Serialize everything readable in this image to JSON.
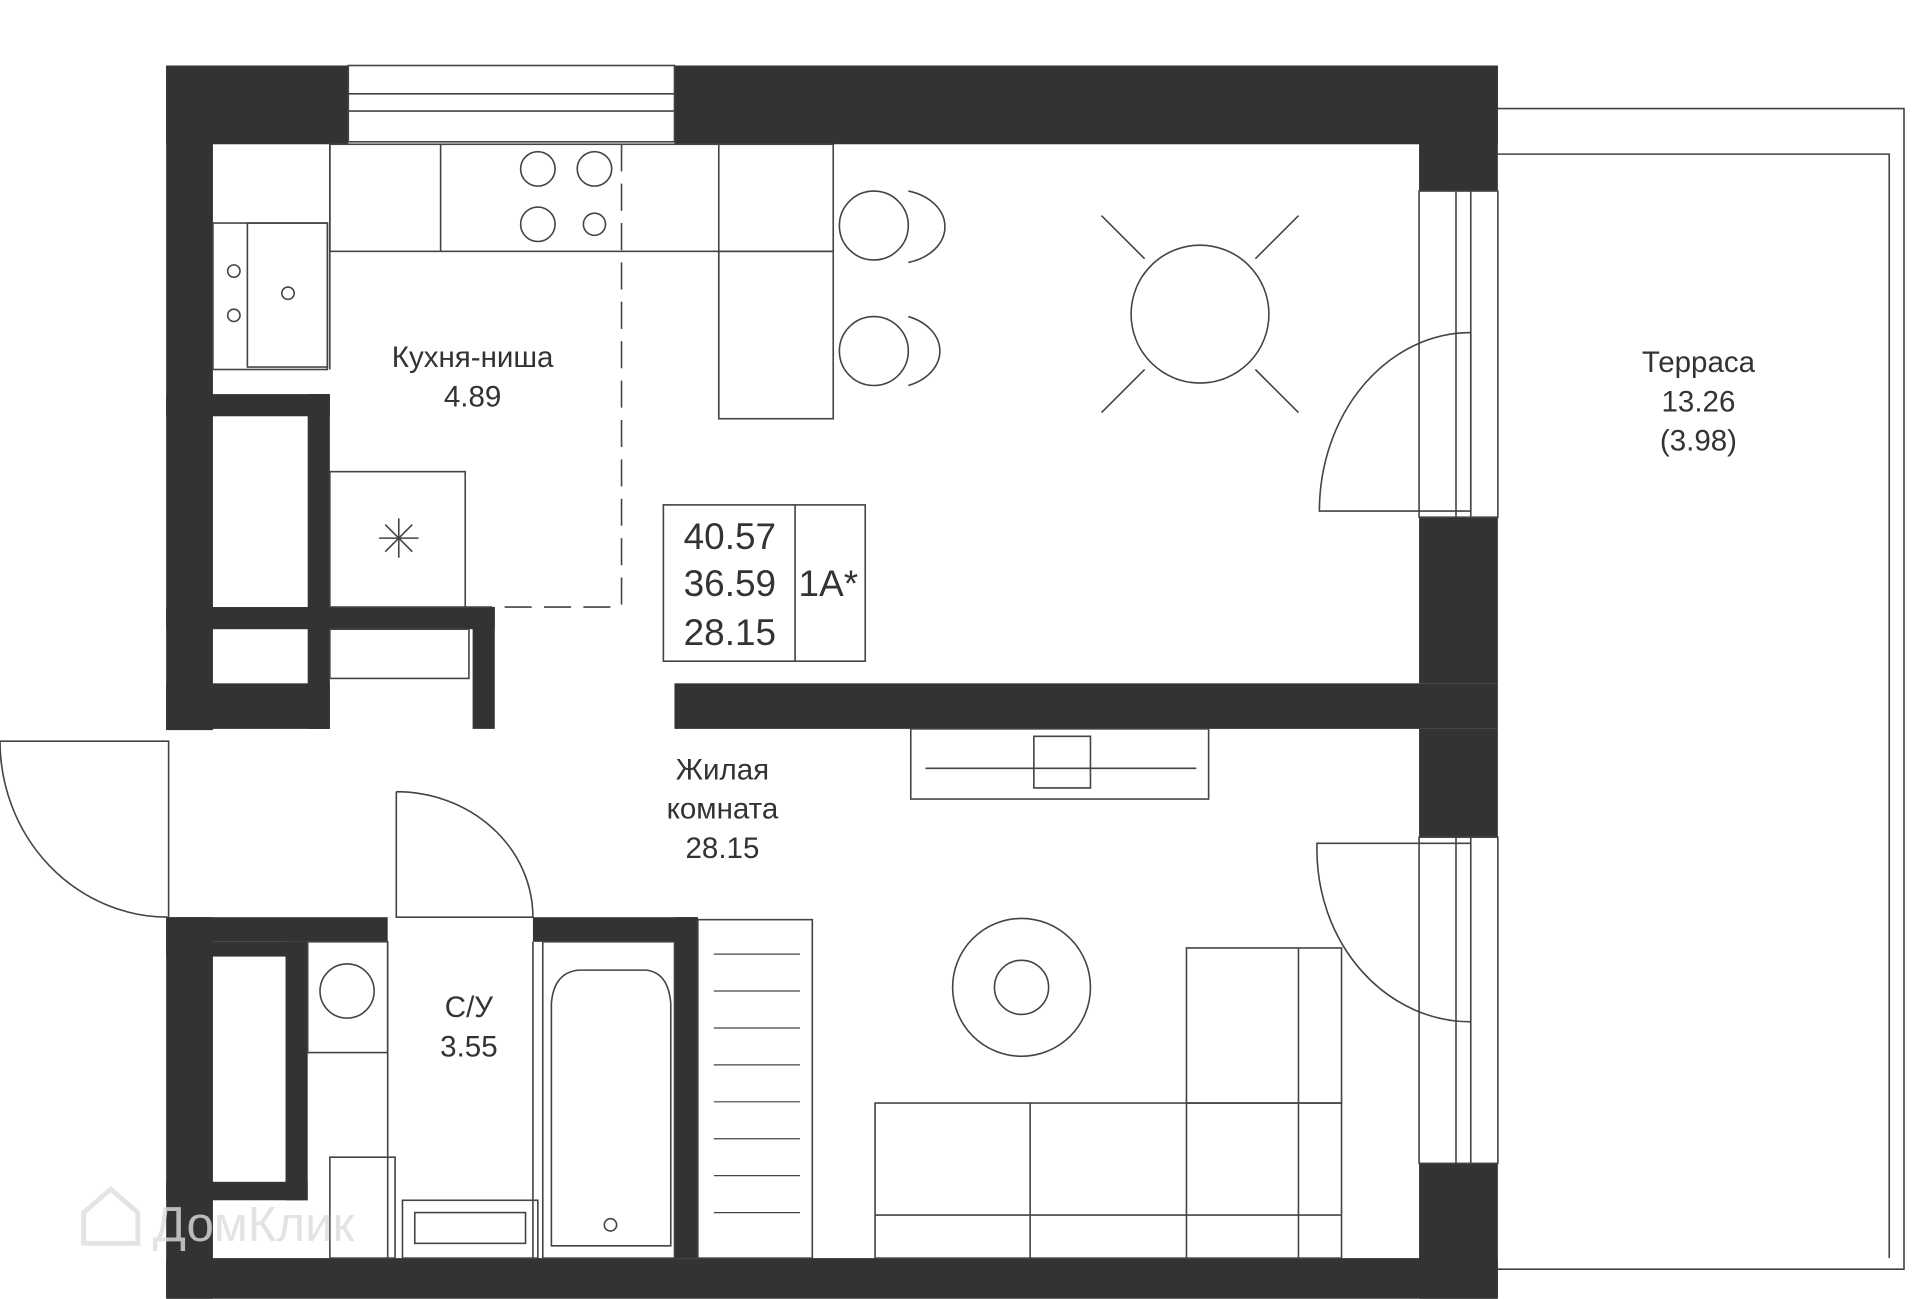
{
  "rooms": {
    "kitchen": {
      "name": "Кухня-ниша",
      "area": "4.89"
    },
    "living": {
      "name_line1": "Жилая",
      "name_line2": "комната",
      "area": "28.15"
    },
    "bathroom": {
      "name": "С/У",
      "area": "3.55"
    },
    "terrace": {
      "name": "Терраса",
      "area": "13.26",
      "area_reduced": "(3.98)"
    }
  },
  "summary": {
    "total_area": "40.57",
    "area_without_terrace": "36.59",
    "living_area": "28.15",
    "type": "1А*"
  },
  "watermark": "ДомКлик",
  "colors": {
    "wall": "#333333",
    "line": "#444444"
  }
}
